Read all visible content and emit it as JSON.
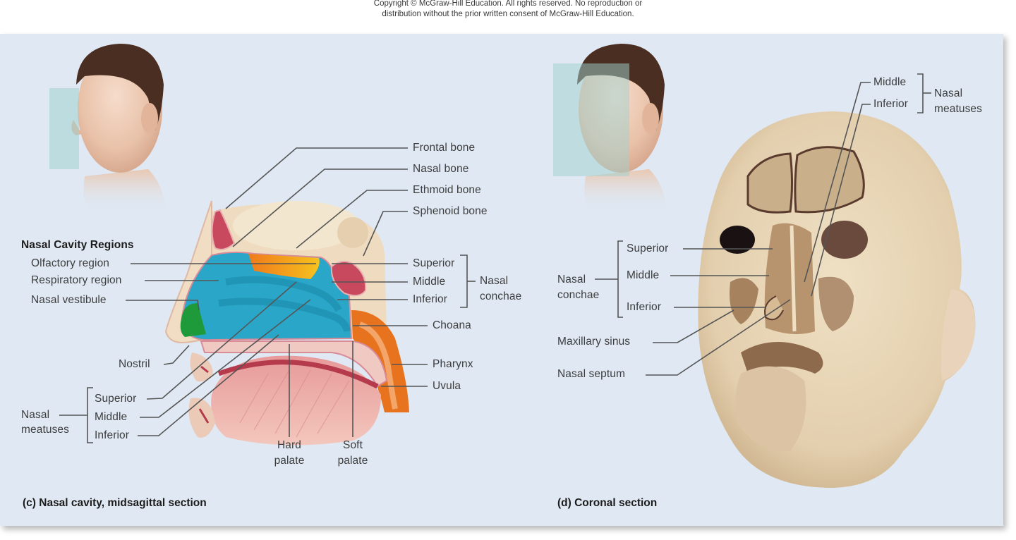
{
  "copyright": {
    "line1": "Copyright © McGraw-Hill Education. All rights reserved. No reproduction or",
    "line2": "distribution without the prior written consent of McGraw-Hill Education."
  },
  "panel_c": {
    "caption": "(c) Nasal cavity, midsagittal section",
    "bone_labels": [
      "Frontal bone",
      "Nasal bone",
      "Ethmoid bone",
      "Sphenoid bone"
    ],
    "regions": {
      "heading": "Nasal Cavity Regions",
      "items": [
        {
          "label": "Olfactory region",
          "color": "#f29a1c"
        },
        {
          "label": "Respiratory region",
          "color": "#2aa6c9"
        },
        {
          "label": "Nasal vestibule",
          "color": "#1e9a3a"
        }
      ]
    },
    "conchae": {
      "items": [
        "Superior",
        "Middle",
        "Inferior"
      ],
      "group_label_line1": "Nasal",
      "group_label_line2": "conchae"
    },
    "right_labels": [
      "Choana",
      "Pharynx",
      "Uvula"
    ],
    "nostril": "Nostril",
    "meatuses": {
      "group_label_line1": "Nasal",
      "group_label_line2": "meatuses",
      "items": [
        "Superior",
        "Middle",
        "Inferior"
      ]
    },
    "palate": {
      "hard_line1": "Hard",
      "hard_line2": "palate",
      "soft_line1": "Soft",
      "soft_line2": "palate"
    }
  },
  "panel_d": {
    "caption": "(d) Coronal section",
    "meatuses": {
      "items": [
        "Middle",
        "Inferior"
      ],
      "group_label_line1": "Nasal",
      "group_label_line2": "meatuses"
    },
    "conchae": {
      "group_label_line1": "Nasal",
      "group_label_line2": "conchae",
      "items": [
        "Superior",
        "Middle",
        "Inferior"
      ]
    },
    "other_labels": [
      "Maxillary sinus",
      "Nasal septum"
    ]
  },
  "colors": {
    "panel_bg": "#dfe8f3",
    "olfactory": "#f29a1c",
    "respiratory": "#2aa6c9",
    "vestibule": "#1e9a3a",
    "pharynx": "#e8731e",
    "bone": "#efdcc0",
    "mucosa": "#d2566a",
    "leader_line": "#555555"
  }
}
